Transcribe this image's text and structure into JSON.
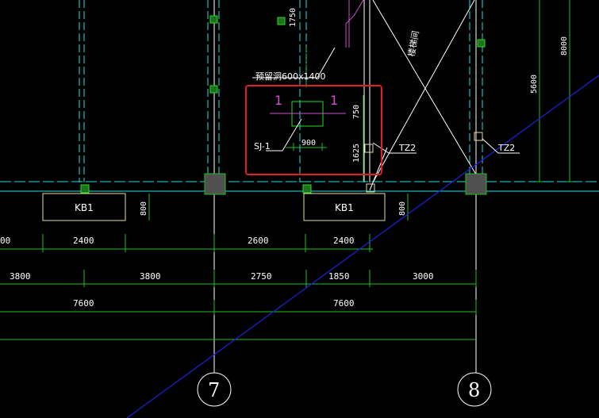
{
  "drawing": {
    "opening_label": "预留洞600x1400",
    "stair_label": "楼梯间",
    "section_mark_left": "1",
    "section_mark_right": "1",
    "sj_label": "SJ-1",
    "tz_left": "TZ2",
    "tz_right": "TZ2",
    "beam_left": "KB1",
    "beam_right": "KB1",
    "axis_7": "7",
    "axis_8": "8"
  },
  "dimensions": {
    "d1750": "1750",
    "d750": "750",
    "d1625": "1625",
    "d900": "900",
    "d800a": "800",
    "d800b": "800",
    "d5600": "5600",
    "d8000": "8000",
    "row1": [
      "00",
      "2400",
      "2600",
      "2400"
    ],
    "row2": [
      "3800",
      "3800",
      "2750",
      "1850",
      "3000"
    ],
    "row3": [
      "7600",
      "7600"
    ]
  },
  "colors": {
    "grid": "#20e0e0",
    "dim": "#20c020",
    "highlight": "#e02020",
    "diagonal": "#2020e0",
    "column": "#505050",
    "beam_box": "#e0e0a0",
    "magenta": "#d050d0"
  }
}
